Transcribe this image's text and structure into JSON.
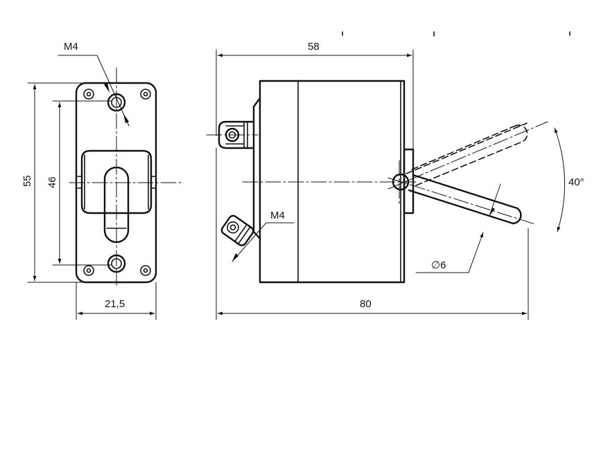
{
  "dimensions": {
    "front_thread": "M4",
    "front_height": "55",
    "front_hole_pitch": "46",
    "front_width": "21,5",
    "side_depth": "58",
    "side_thread": "M4",
    "overall_length": "80",
    "lever_diameter": "∅6",
    "lever_angle": "40°"
  },
  "colors": {
    "line": "#111111",
    "background": "#ffffff"
  }
}
